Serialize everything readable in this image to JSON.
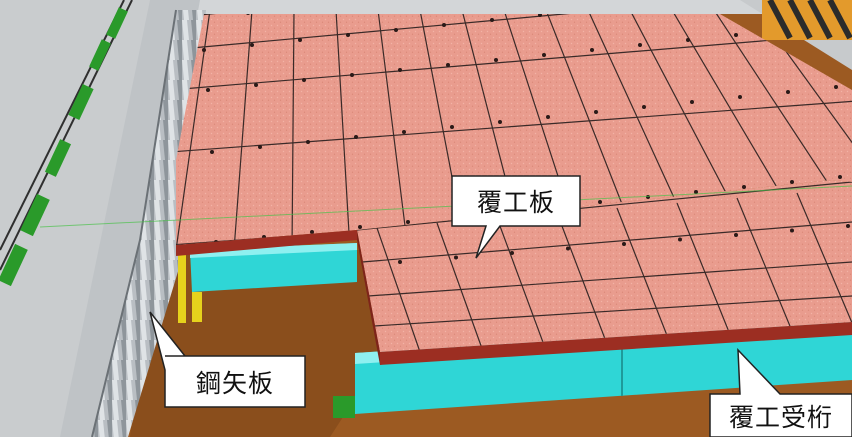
{
  "callouts": {
    "deck_plate": "覆工板",
    "steel_sheet_pile": "鋼矢板",
    "receiving_girder": "覆工受桁"
  },
  "colors": {
    "deck_plate": "#e89a8c",
    "deck_plate_edge": "#9c2e22",
    "girder": "#2fd6d6",
    "soil": "#9c5a22",
    "sheet_pile": "#c4c8cc",
    "ground": "#d3d6d8",
    "rail_green": "#2a9a2a",
    "callout_fill": "#ffffff"
  }
}
